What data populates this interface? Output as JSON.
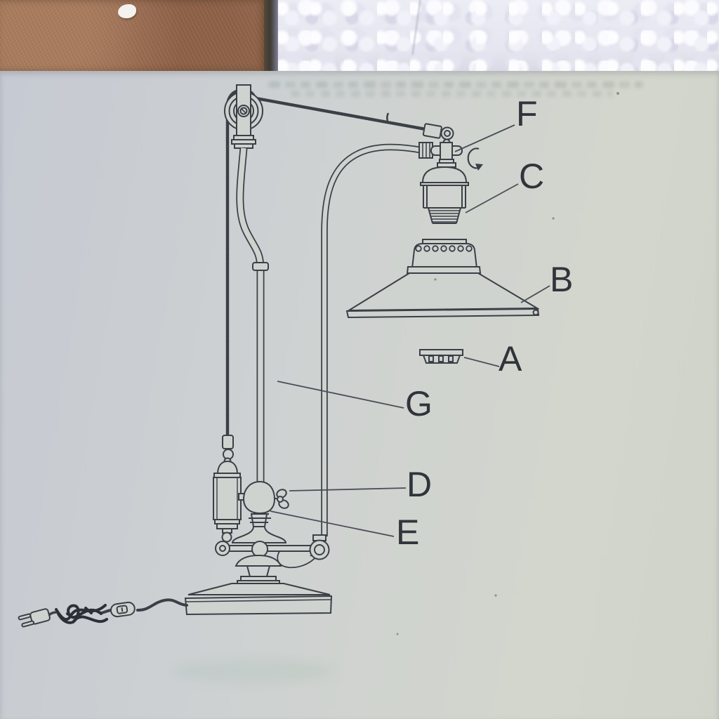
{
  "scene": {
    "description": "instruction-manual page lying between a cardboard box and a styrofoam block",
    "background_objects": [
      {
        "name": "cardboard-box",
        "color": "#9d7355"
      },
      {
        "name": "styrofoam-block",
        "color": "#ececf5"
      }
    ],
    "page_color": "#cdd1d0"
  },
  "diagram": {
    "type": "parts-illustration",
    "illustration_of": "counterweight pulley table lamp line drawing",
    "line_color": "#3b4047",
    "label_color": "#30343b",
    "labels": [
      {
        "letter": "F"
      },
      {
        "letter": "C"
      },
      {
        "letter": "B"
      },
      {
        "letter": "A"
      },
      {
        "letter": "G"
      },
      {
        "letter": "D"
      },
      {
        "letter": "E"
      }
    ]
  }
}
